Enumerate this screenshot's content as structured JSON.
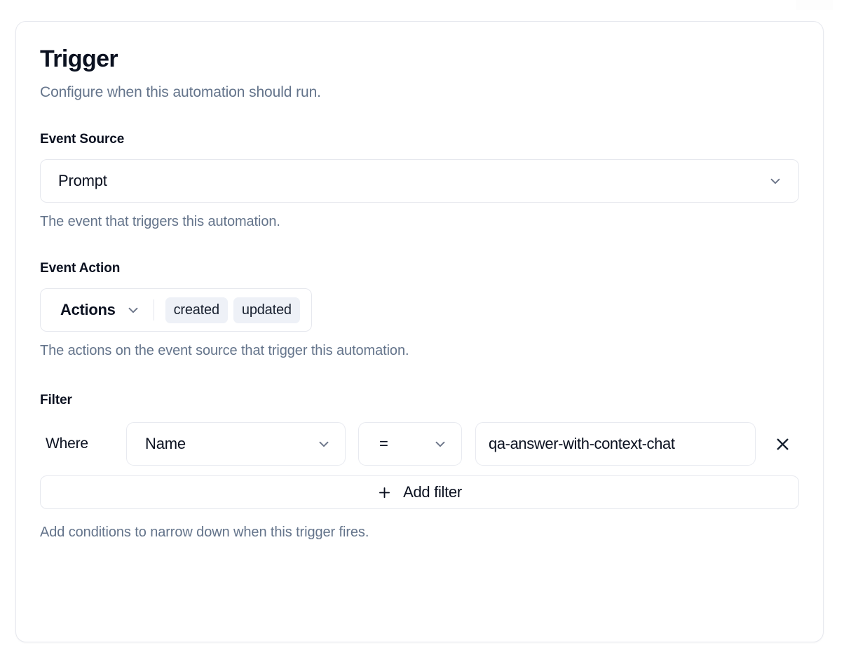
{
  "card": {
    "title": "Trigger",
    "subtitle": "Configure when this automation should run."
  },
  "event_source": {
    "label": "Event Source",
    "selected": "Prompt",
    "help": "The event that triggers this automation.",
    "chevron_icon": "chevron-down-icon"
  },
  "event_action": {
    "label": "Event Action",
    "trigger_label": "Actions",
    "chips": [
      {
        "label": "created"
      },
      {
        "label": "updated"
      }
    ],
    "help": "The actions on the event source that trigger this automation.",
    "chevron_icon": "chevron-down-icon"
  },
  "filter": {
    "label": "Filter",
    "where_label": "Where",
    "rows": [
      {
        "field": "Name",
        "operator": "=",
        "value": "qa-answer-with-context-chat",
        "remove_icon": "close-icon"
      }
    ],
    "add_label": "Add filter",
    "add_icon": "plus-icon",
    "help": "Add conditions to narrow down when this trigger fires."
  },
  "colors": {
    "text_primary": "#0b1120",
    "text_muted": "#64748b",
    "border": "#e6e8ee",
    "chip_bg": "#eef1f7",
    "surface": "#ffffff"
  }
}
